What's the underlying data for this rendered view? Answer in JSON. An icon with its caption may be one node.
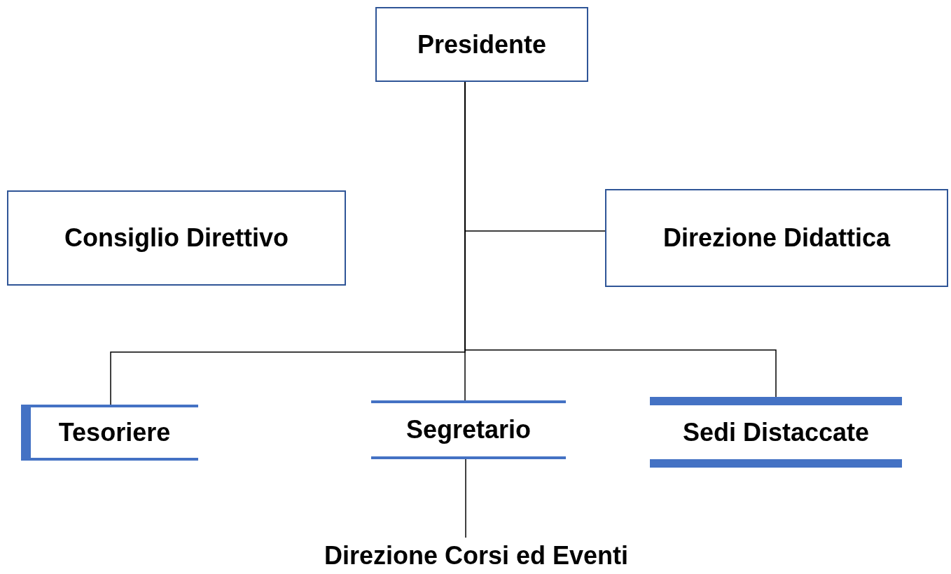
{
  "diagram": {
    "nodes": [
      {
        "text": [
          "Presidente"
        ]
      },
      {
        "text": [
          "Consiglio Direttivo"
        ]
      },
      {
        "text": [
          "Direzione Didattica"
        ]
      },
      {
        "text": [
          "Tesoriere"
        ]
      },
      {
        "text": [
          "Segretario"
        ]
      },
      {
        "text": [
          "Sedi Distaccate"
        ]
      },
      {
        "text": [
          "Direzione Corsi ed Eventi"
        ]
      }
    ],
    "edges": [
      {
        "from": 0,
        "to": 2,
        "arrow": "none"
      },
      {
        "from": 0,
        "to": 4,
        "arrow": "none"
      },
      {
        "from": 0,
        "to": 3,
        "arrow": "none"
      },
      {
        "from": 0,
        "to": 5,
        "arrow": "none"
      },
      {
        "from": 4,
        "to": 6,
        "arrow": "none"
      }
    ]
  }
}
